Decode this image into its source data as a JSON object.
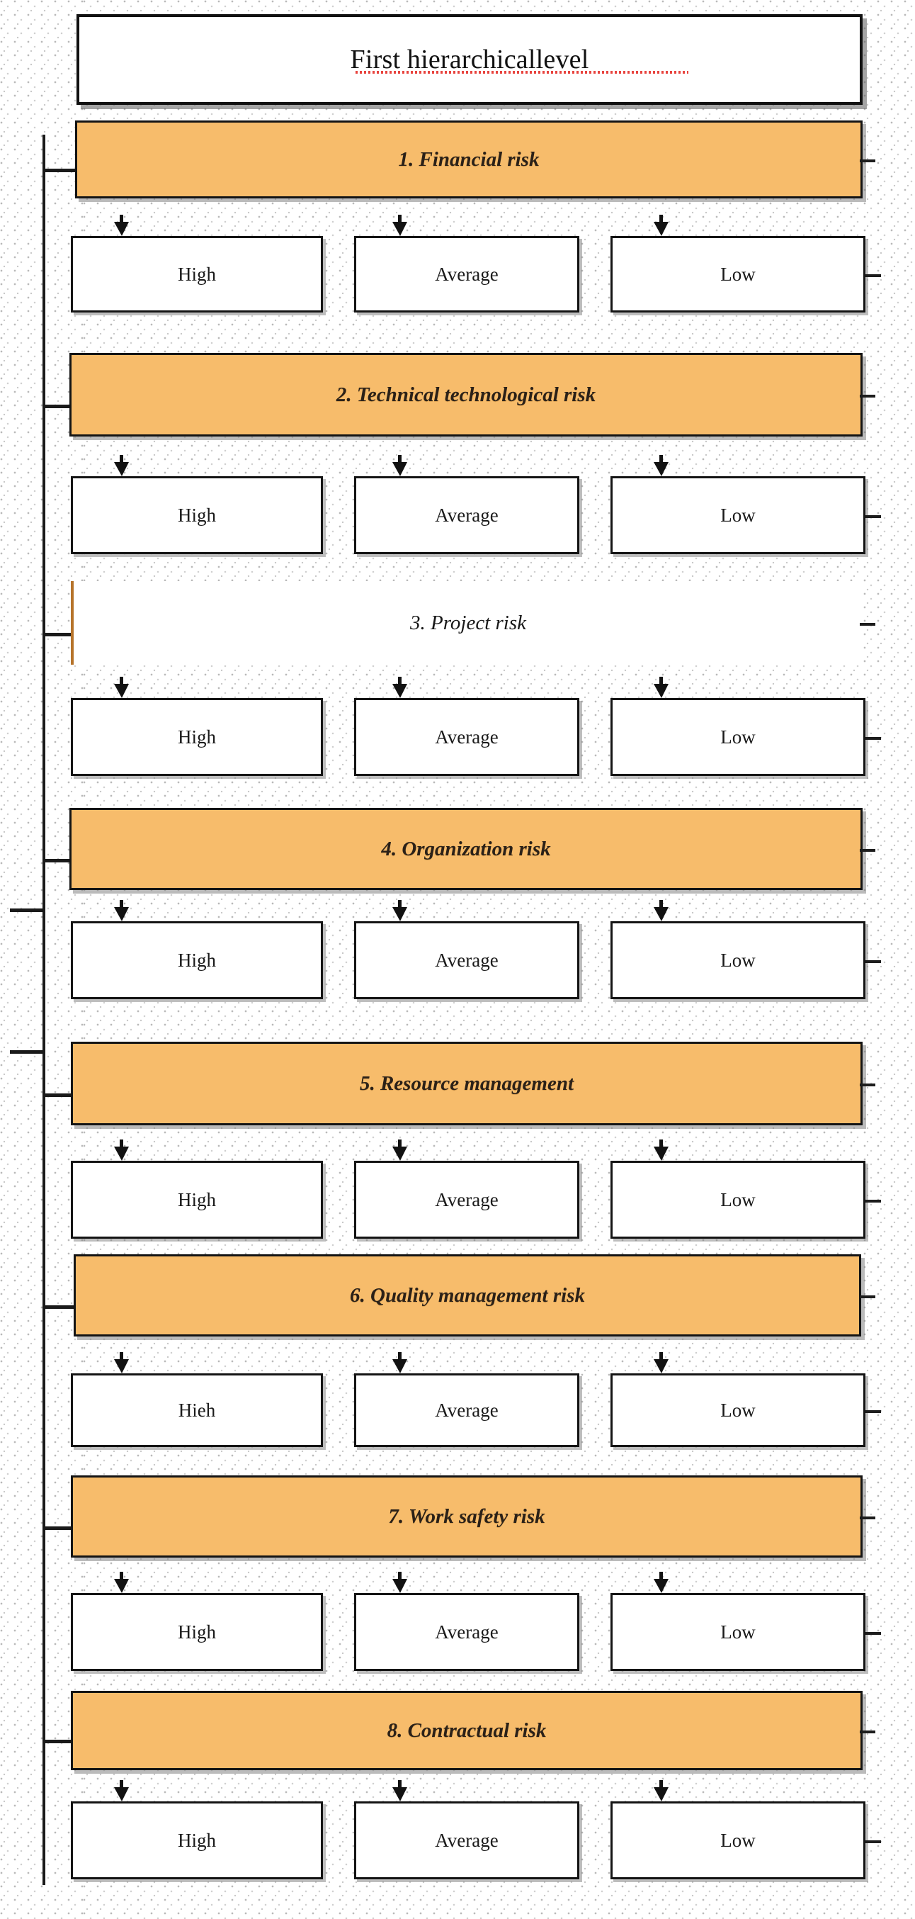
{
  "diagram": {
    "title": "First hierarchicallevel",
    "colors": {
      "category_fill": "#f7bc6b",
      "category_text": "#2b2118",
      "leaf_fill": "#ffffff",
      "leaf_text": "#1b1b1b",
      "outline": "#141414",
      "spellcheck_underline": "#e8443f",
      "plain_row_rule": "#b6732a"
    },
    "leaf_labels": [
      "High",
      "Average",
      "Low"
    ],
    "categories": [
      {
        "id": 1,
        "label": "1. Financial risk",
        "style": "orange",
        "leaves": [
          "High",
          "Average",
          "Low"
        ]
      },
      {
        "id": 2,
        "label": "2. Technical technological risk",
        "style": "orange",
        "leaves": [
          "High",
          "Average",
          "Low"
        ]
      },
      {
        "id": 3,
        "label": "3. Project risk",
        "style": "plain",
        "leaves": [
          "High",
          "Average",
          "Low"
        ]
      },
      {
        "id": 4,
        "label": "4. Organization risk",
        "style": "orange",
        "leaves": [
          "High",
          "Average",
          "Low"
        ]
      },
      {
        "id": 5,
        "label": "5. Resource management",
        "style": "orange",
        "leaves": [
          "High",
          "Average",
          "Low"
        ]
      },
      {
        "id": 6,
        "label": "6. Quality management risk",
        "style": "orange",
        "leaves": [
          "Hieh",
          "Average",
          "Low"
        ]
      },
      {
        "id": 7,
        "label": "7. Work safety risk",
        "style": "orange",
        "leaves": [
          "High",
          "Average",
          "Low"
        ]
      },
      {
        "id": 8,
        "label": "8. Contractual risk",
        "style": "orange",
        "leaves": [
          "High",
          "Average",
          "Low"
        ]
      }
    ]
  }
}
